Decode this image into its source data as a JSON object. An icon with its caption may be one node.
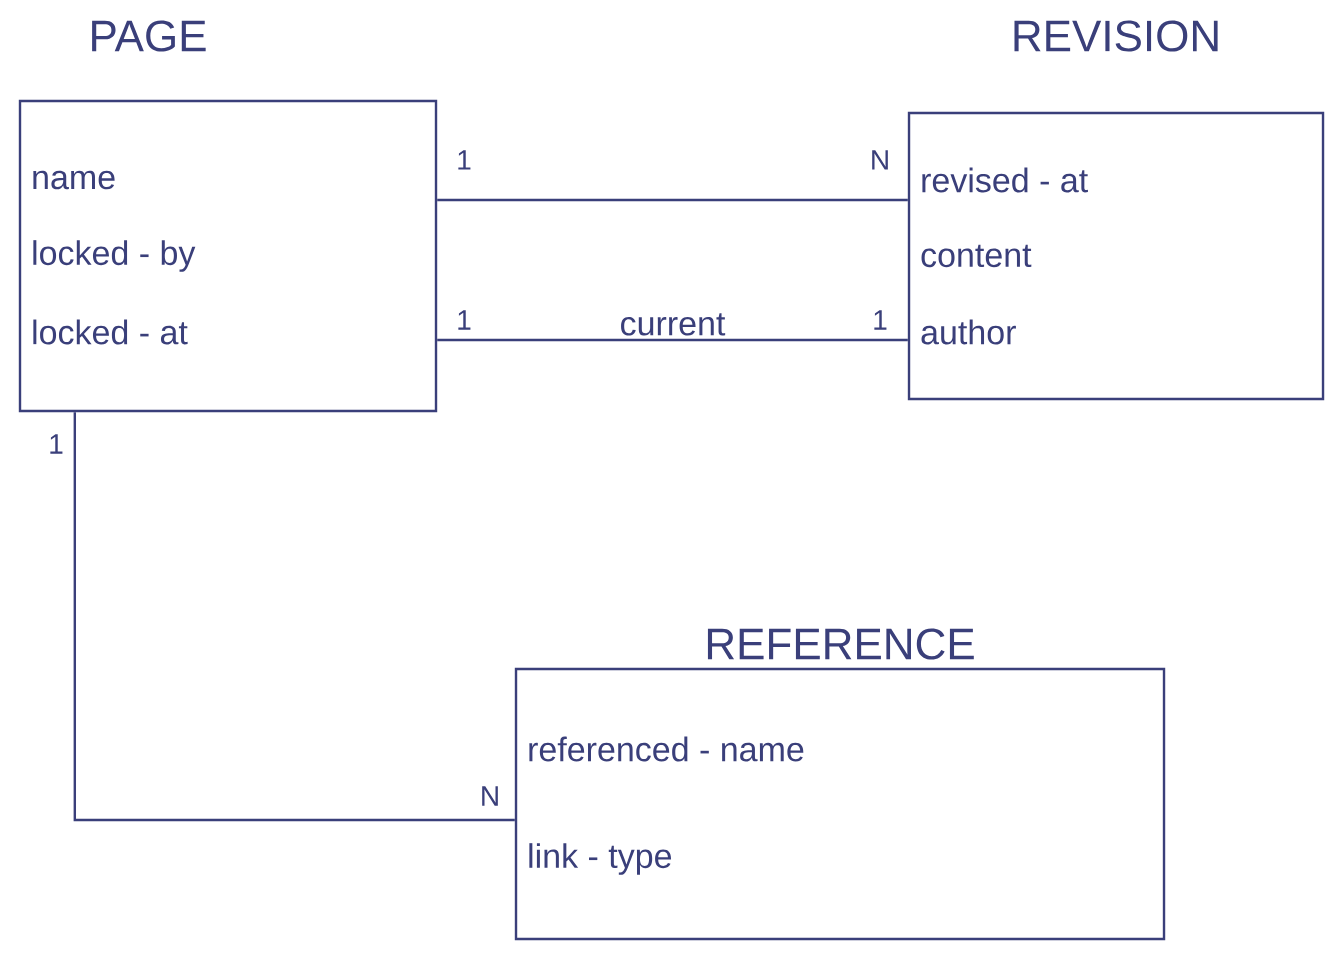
{
  "diagram": {
    "nodes": [
      {
        "text": [
          "PAGE",
          "name",
          "locked - by",
          "locked - at"
        ]
      },
      {
        "text": [
          "REVISION",
          "revised - at",
          "content",
          "author"
        ]
      },
      {
        "text": [
          "REFERENCE",
          "referenced - name",
          "link - type"
        ]
      }
    ],
    "edges": [
      {
        "from": 0,
        "to": 1,
        "arrow": "none"
      },
      {
        "from": 0,
        "to": 1,
        "arrow": "none",
        "label": "current"
      },
      {
        "from": 0,
        "to": 2,
        "arrow": "none"
      }
    ],
    "labels": [
      "1",
      "N",
      "1",
      "1",
      "1",
      "N"
    ]
  }
}
